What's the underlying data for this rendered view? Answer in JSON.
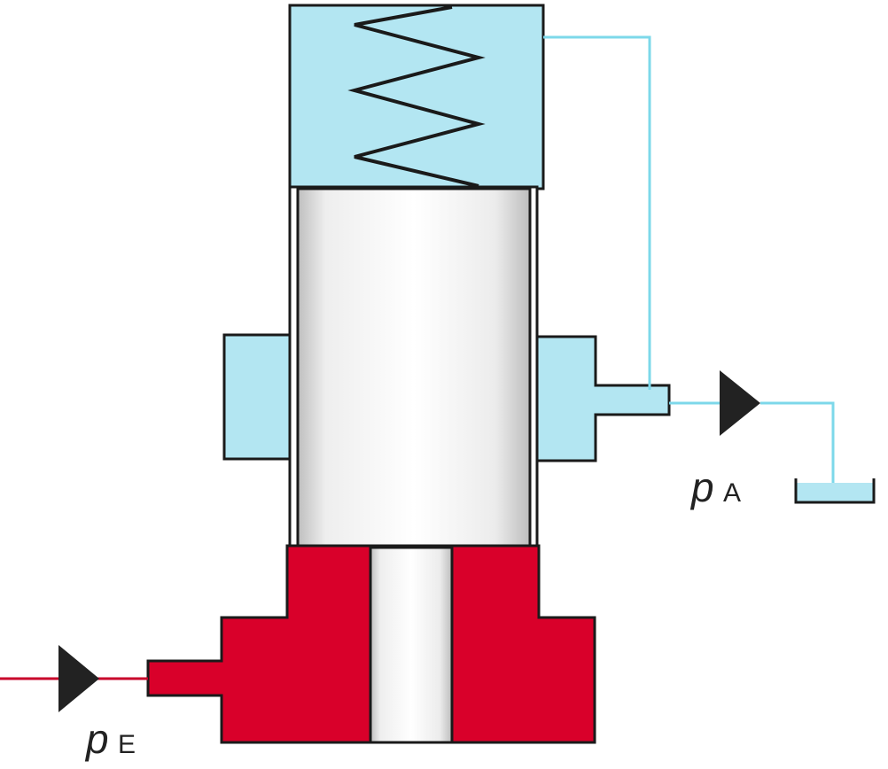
{
  "labels": {
    "outlet_pressure": {
      "symbol": "p",
      "subscript": "A"
    },
    "inlet_pressure": {
      "symbol": "p",
      "subscript": "E"
    }
  },
  "colors": {
    "outlet_fluid": "#b3e6f2",
    "outlet_line": "#7dd8ea",
    "inlet_fluid": "#d9002a",
    "inlet_line": "#c8002a",
    "piston_fill": "#ececec",
    "outline": "#1a1a1a",
    "arrow": "#222222"
  },
  "icons": {
    "spring": "spring-icon",
    "tank": "tank-icon",
    "outlet_flow": "flow-arrow-icon",
    "inlet_flow": "flow-arrow-icon"
  }
}
